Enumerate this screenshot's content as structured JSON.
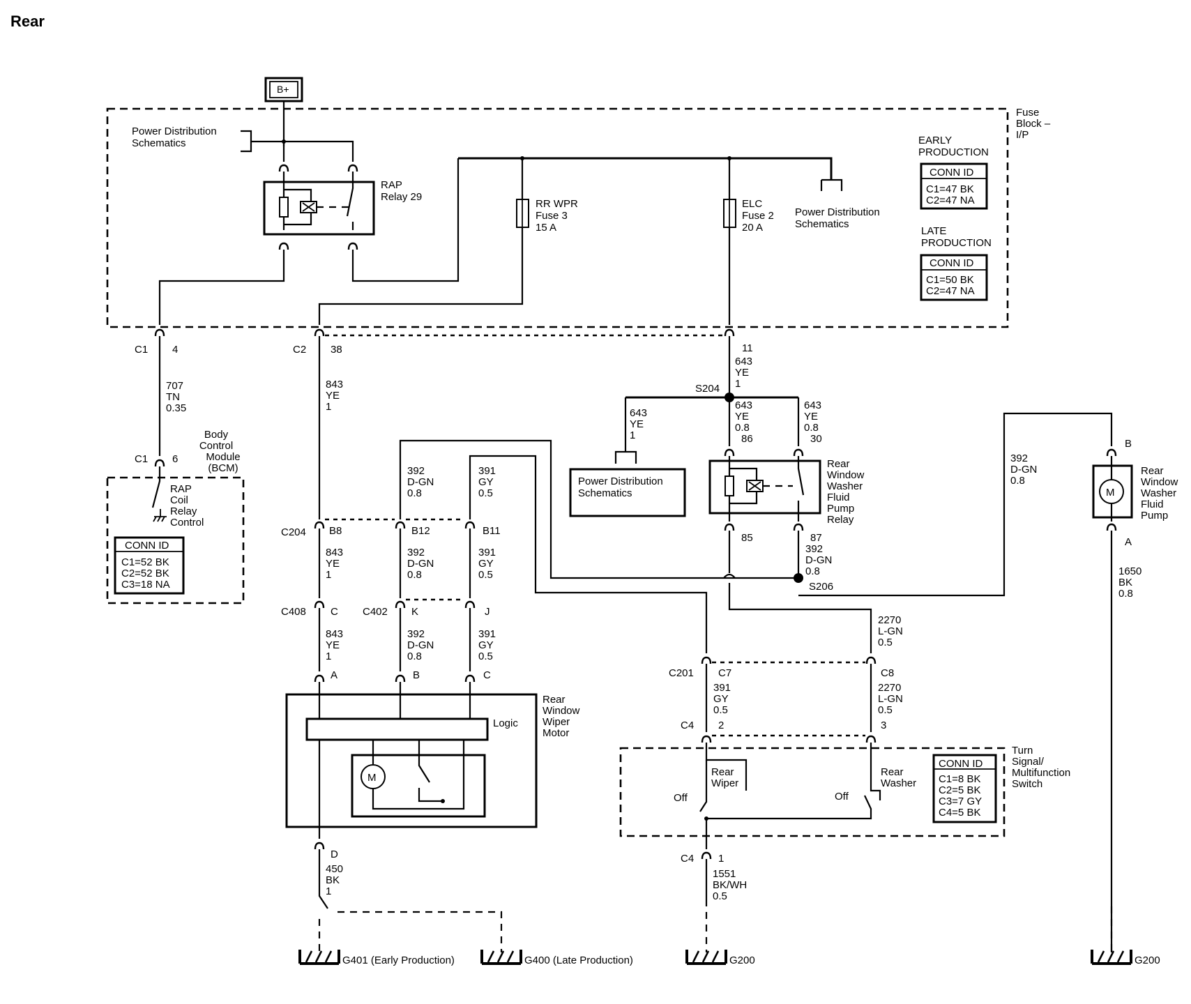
{
  "title": "Rear",
  "battery": "B+",
  "fuse_block": {
    "name": [
      "Fuse",
      "Block –",
      "I/P"
    ],
    "power_dist_left": [
      "Power Distribution",
      "Schematics"
    ],
    "power_dist_right": [
      "Power Distribution",
      "Schematics"
    ],
    "rap_relay": [
      "RAP",
      "Relay 29"
    ],
    "rr_wpr_fuse": [
      "RR WPR",
      "Fuse 3",
      "15 A"
    ],
    "elc_fuse": [
      "ELC",
      "Fuse 2",
      "20 A"
    ],
    "early": {
      "heading": [
        "EARLY",
        "PRODUCTION"
      ],
      "conn_id": "CONN ID",
      "rows": [
        "C1=47 BK",
        "C2=47 NA"
      ]
    },
    "late": {
      "heading": [
        "LATE",
        "PRODUCTION"
      ],
      "conn_id": "CONN ID",
      "rows": [
        "C1=50 BK",
        "C2=47 NA"
      ]
    }
  },
  "connectors": {
    "c1_top": {
      "name": "C1",
      "pin": "4"
    },
    "c2_top": {
      "name": "C2",
      "pin": "38"
    },
    "pin_11": "11",
    "c1_bcm": {
      "name": "C1",
      "pin": "6"
    },
    "c204": {
      "name": "C204",
      "pins": [
        "B8",
        "B12",
        "B11"
      ]
    },
    "c408": {
      "name": "C408",
      "pin": "C"
    },
    "c402": {
      "name": "C402",
      "pins": [
        "K",
        "J"
      ]
    },
    "motor_pins": [
      "A",
      "B",
      "C"
    ],
    "motor_ground_pin": "D",
    "c201": {
      "name": "C201",
      "pins": [
        "C7",
        "C8"
      ]
    },
    "c4_top": {
      "name": "C4",
      "pins": [
        "2",
        "3"
      ]
    },
    "c4_bottom": {
      "name": "C4",
      "pin": "1"
    },
    "relay_pins": [
      "86",
      "30",
      "85",
      "87"
    ],
    "pump_pins": [
      "B",
      "A"
    ],
    "splices": [
      "S204",
      "S206"
    ]
  },
  "wires": {
    "w707": [
      "707",
      "TN",
      "0.35"
    ],
    "w843a": [
      "843",
      "YE",
      "1"
    ],
    "w843b": [
      "843",
      "YE",
      "1"
    ],
    "w843c": [
      "843",
      "YE",
      "1"
    ],
    "w643a": [
      "643",
      "YE",
      "1"
    ],
    "w643_pd": [
      "643",
      "YE",
      "1"
    ],
    "w643_86": [
      "643",
      "YE",
      "0.8"
    ],
    "w643_30": [
      "643",
      "YE",
      "0.8"
    ],
    "w392a": [
      "392",
      "D-GN",
      "0.8"
    ],
    "w392b": [
      "392",
      "D-GN",
      "0.8"
    ],
    "w392c": [
      "392",
      "D-GN",
      "0.8"
    ],
    "w392_87": [
      "392",
      "D-GN",
      "0.8"
    ],
    "w392_pump": [
      "392",
      "D-GN",
      "0.8"
    ],
    "w391a": [
      "391",
      "GY",
      "0.5"
    ],
    "w391b": [
      "391",
      "GY",
      "0.5"
    ],
    "w391c": [
      "391",
      "GY",
      "0.5"
    ],
    "w391d": [
      "391",
      "GY",
      "0.5"
    ],
    "w2270a": [
      "2270",
      "L-GN",
      "0.5"
    ],
    "w2270b": [
      "2270",
      "L-GN",
      "0.5"
    ],
    "w450": [
      "450",
      "BK",
      "1"
    ],
    "w1551": [
      "1551",
      "BK/WH",
      "0.5"
    ],
    "w1650": [
      "1650",
      "BK",
      "0.8"
    ]
  },
  "bcm": {
    "name": [
      "Body",
      "Control",
      "Module",
      "(BCM)"
    ],
    "rap_control": [
      "RAP",
      "Coil",
      "Relay",
      "Control"
    ],
    "conn_id": "CONN ID",
    "rows": [
      "C1=52 BK",
      "C2=52 BK",
      "C3=18 NA"
    ]
  },
  "power_dist_box": [
    "Power Distribution",
    "Schematics"
  ],
  "washer_relay": [
    "Rear",
    "Window",
    "Washer",
    "Fluid",
    "Pump",
    "Relay"
  ],
  "washer_pump": [
    "Rear",
    "Window",
    "Washer",
    "Fluid",
    "Pump"
  ],
  "motor_icon": "M",
  "wiper_motor": {
    "name": [
      "Rear",
      "Window",
      "Wiper",
      "Motor"
    ],
    "logic": "Logic"
  },
  "switch": {
    "name": [
      "Turn",
      "Signal/",
      "Multifunction",
      "Switch"
    ],
    "rear_wiper": [
      "Rear",
      "Wiper"
    ],
    "rear_washer": [
      "Rear",
      "Washer"
    ],
    "off_left": "Off",
    "off_right": "Off",
    "conn_id": "CONN ID",
    "rows": [
      "C1=8 BK",
      "C2=5 BK",
      "C3=7 GY",
      "C4=5 BK"
    ]
  },
  "grounds": {
    "g401": "G401 (Early Production)",
    "g400": "G400 (Late Production)",
    "g200_a": "G200",
    "g200_b": "G200"
  }
}
